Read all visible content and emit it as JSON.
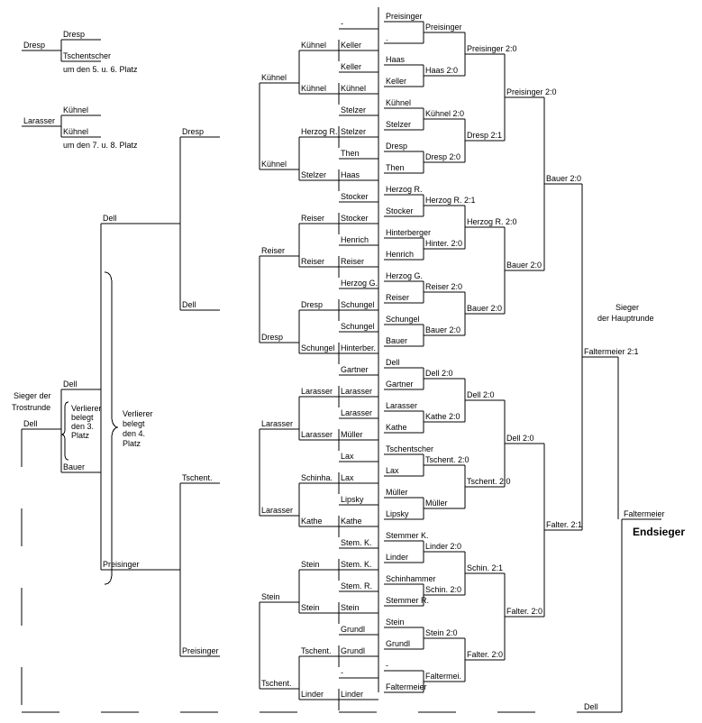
{
  "consolation_matches": {
    "match_5_6": {
      "left": "Dresp",
      "top": "Dresp",
      "bottom": "Tschentscher",
      "caption": "um den 5. u. 6. Platz"
    },
    "match_7_8": {
      "left": "Larasser",
      "top": "Kühnel",
      "bottom": "Kühnel",
      "caption": "um den 7. u. 8. Platz"
    }
  },
  "main_round": {
    "round1": [
      "Preisinger",
      ".",
      "Haas",
      "Keller",
      "Kühnel",
      "Stelzer",
      "Dresp",
      "Then",
      "Herzog R.",
      "Stocker",
      "Hinterberger",
      "Henrich",
      "Herzog G.",
      "Reiser",
      "Schungel",
      "Bauer",
      "Dell",
      "Gartner",
      "Larasser",
      "Kathe",
      "Tschentscher",
      "Lax",
      "Müller",
      "Lipsky",
      "Stemmer K.",
      "Linder",
      "Schinhammer",
      "Stemmer R.",
      "Stein",
      "Grundl",
      "-",
      "Faltermeier"
    ],
    "round2": [
      "Preisinger",
      "Haas 2:0",
      "Kühnel 2:0",
      "Dresp 2:0",
      "Herzog R. 2:1",
      "Hinter. 2:0",
      "Reiser 2:0",
      "Bauer 2:0",
      "Dell 2:0",
      "Kathe 2:0",
      "Tschent. 2:0",
      "Müller",
      "Linder 2:0",
      "Schin. 2:0",
      "Stein 2:0",
      "Faltermei."
    ],
    "round3": [
      "Preisinger 2:0",
      "Dresp 2:1",
      "Herzog R. 2:0",
      "Bauer 2:0",
      "Dell 2:0",
      "Tschent. 2:0",
      "Schin. 2:1",
      "Falter. 2:0"
    ],
    "round4": [
      "Preisinger 2:0",
      "Bauer 2:0",
      "Dell 2:0",
      "Falter. 2:0"
    ],
    "round5": [
      "Bauer 2:0",
      "Falter. 2:1"
    ],
    "winner": "Faltermeier 2:1",
    "winner_caption": "Sieger der Hauptrunde"
  },
  "loser_bracket": {
    "col1": [
      "-",
      "Keller",
      "Keller",
      "Kühnel",
      "Stelzer",
      "Stelzer",
      "Then",
      "Haas",
      "Stocker",
      "Stocker",
      "Henrich",
      "Reiser",
      "Herzog G.",
      "Schungel",
      "Schungel",
      "Hinterber.",
      "Gartner",
      "Larasser",
      "Larasser",
      "Müller",
      "Lax",
      "Lax",
      "Lipsky",
      "Kathe",
      "Stem. K.",
      "Stem. K.",
      "Stem. R.",
      "Stein",
      "Grundl",
      "Grundl",
      "-",
      "Linder"
    ],
    "col2": [
      "Kühnel",
      "Kühnel",
      "Herzog R.",
      "Stelzer",
      "Reiser",
      "Reiser",
      "Dresp",
      "Schungel",
      "Larasser",
      "Larasser",
      "Schinha.",
      "Kathe",
      "Stein",
      "Stein",
      "Tschent.",
      "Linder"
    ],
    "col3": [
      "Kühnel",
      "Kühnel",
      "Reiser",
      "Dresp",
      "Larasser",
      "Larasser",
      "Stein",
      "Tschent."
    ],
    "col4": [
      "Dresp",
      "Dell",
      "Tschent.",
      "Preisinger"
    ],
    "col5": [
      "Dell",
      "Preisinger"
    ],
    "final_top": "Dell",
    "final_bottom": "Bauer",
    "third_place_note": [
      "Verlierer",
      "belegt",
      "den 3.",
      "Platz"
    ],
    "fourth_place_note": [
      "Verlierer",
      "belegt",
      "den 4.",
      "Platz"
    ]
  },
  "consolation_round": {
    "caption": [
      "Sieger der",
      "Trostrunde"
    ],
    "winner": "Dell"
  },
  "grand_final": {
    "top": "Faltermeier",
    "bottom": "Dell",
    "title": "Endsieger"
  }
}
